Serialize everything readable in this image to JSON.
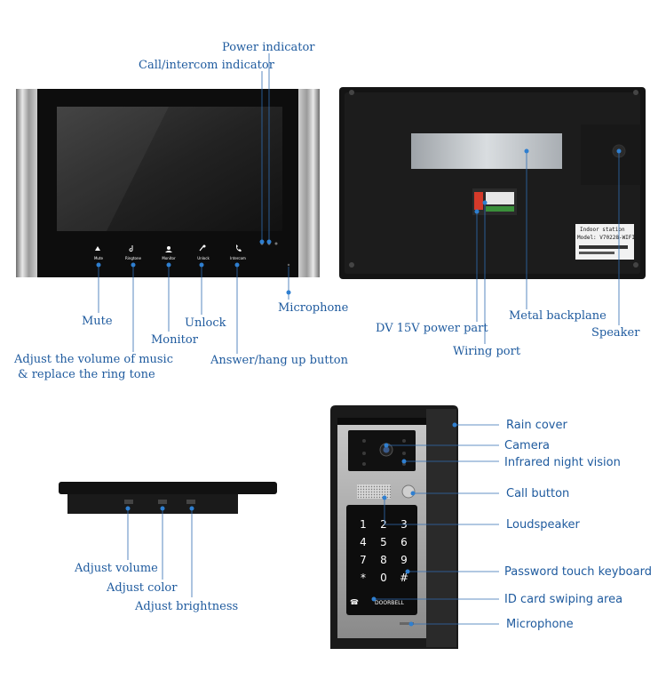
{
  "monitor_front": {
    "power_indicator": "Power indicator",
    "call_indicator": "Call/intercom indicator",
    "mute": "Mute",
    "ringtone_desc_line1": "Adjust the volume of music",
    "ringtone_desc_line2": "& replace the ring tone",
    "monitor": "Monitor",
    "unlock": "Unlock",
    "answer": "Answer/hang up button",
    "microphone": "Microphone",
    "buttons": [
      "Mute",
      "Ringtone",
      "Monitor",
      "Unlock",
      "Intercom"
    ]
  },
  "monitor_back": {
    "power_port": "DV 15V power part",
    "wiring_port": "Wiring port",
    "metal_backplane": "Metal backplane",
    "speaker": "Speaker",
    "sticker_title": "Indoor station",
    "sticker_model": "Model: V70228-WIFI"
  },
  "monitor_side": {
    "volume": "Adjust volume",
    "color": "Adjust color",
    "brightness": "Adjust brightness"
  },
  "doorbell": {
    "rain_cover": "Rain cover",
    "camera": "Camera",
    "infrared": "Infrared night vision",
    "call_button": "Call button",
    "loudspeaker": "Loudspeaker",
    "keyboard": "Password touch keyboard",
    "id_card": "ID card swiping area",
    "microphone": "Microphone",
    "keys": [
      "1",
      "2",
      "3",
      "4",
      "5",
      "6",
      "7",
      "8",
      "9",
      "*",
      "0",
      "#"
    ],
    "brand": "DOORBELL"
  },
  "colors": {
    "label": "#1e5a9e",
    "line": "#2f6db3",
    "dot": "#2f7fd0"
  }
}
